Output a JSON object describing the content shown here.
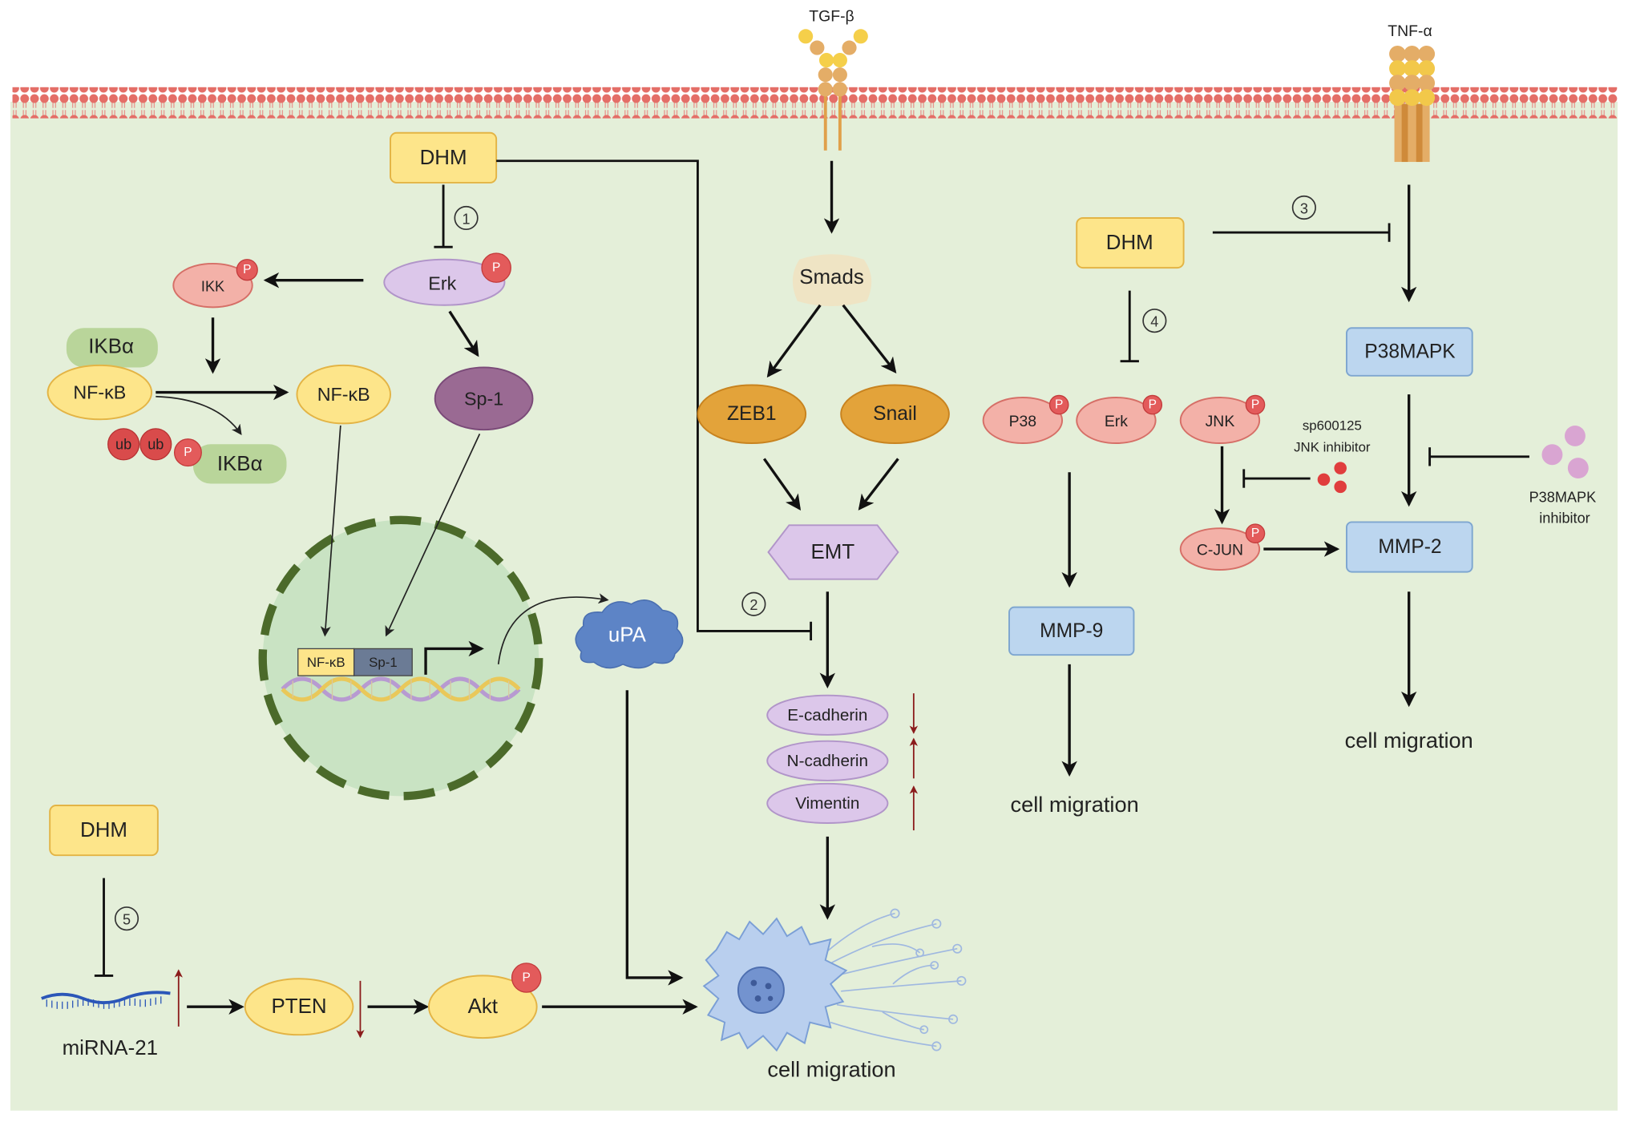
{
  "ligands": {
    "tgf_beta": "TGF-β",
    "tnf_alpha": "TNF-α"
  },
  "phospho_label": "P",
  "step_numbers": [
    "1",
    "2",
    "3",
    "4",
    "5"
  ],
  "colors": {
    "background": "#e4efd9",
    "dhm_box": "#fde58a",
    "membrane": "#e46e67",
    "phosphate": "#e35b5b",
    "mmp_box": "#bcd6ef",
    "change_arrow": "#8b1c1c"
  },
  "left_pathway": {
    "dhm": "DHM",
    "erk": "Erk",
    "ikk": "IKK",
    "ikba_bound": "IKBα",
    "nfkb_bound": "NF-κB",
    "nfkb_free": "NF-κB",
    "ub": "ub",
    "ikba_degraded": "IKBα",
    "sp1": "Sp-1",
    "nucleus_nfkb": "NF-κB",
    "nucleus_sp1": "Sp-1",
    "upa": "uPA"
  },
  "tgf_pathway": {
    "smads": "Smads",
    "zeb1": "ZEB1",
    "snail": "Snail",
    "emt": "EMT",
    "markers": [
      {
        "label": "E-cadherin",
        "indicator": "down-arrow-icon"
      },
      {
        "label": "N-cadherin",
        "indicator": "up-arrow-icon"
      },
      {
        "label": "Vimentin",
        "indicator": "up-arrow-icon"
      }
    ],
    "outcome": "cell migration"
  },
  "mirna_pathway": {
    "dhm": "DHM",
    "mirna": "miRNA-21",
    "mirna_indicator": "up-arrow-icon",
    "pten": "PTEN",
    "pten_indicator": "down-arrow-icon",
    "akt": "Akt"
  },
  "mapk_pathway": {
    "dhm": "DHM",
    "p38": "P38",
    "erk": "Erk",
    "jnk": "JNK",
    "c_jun": "C-JUN",
    "mmp9": "MMP-9",
    "mmp9_outcome": "cell migration",
    "jnk_inhibitor": {
      "name": "sp600125",
      "label": "JNK inhibitor"
    }
  },
  "tnf_pathway": {
    "p38mapk": "P38MAPK",
    "mmp2": "MMP-2",
    "outcome": "cell migration",
    "p38mapk_inhibitor": {
      "line1": "P38MAPK",
      "line2": "inhibitor"
    }
  }
}
